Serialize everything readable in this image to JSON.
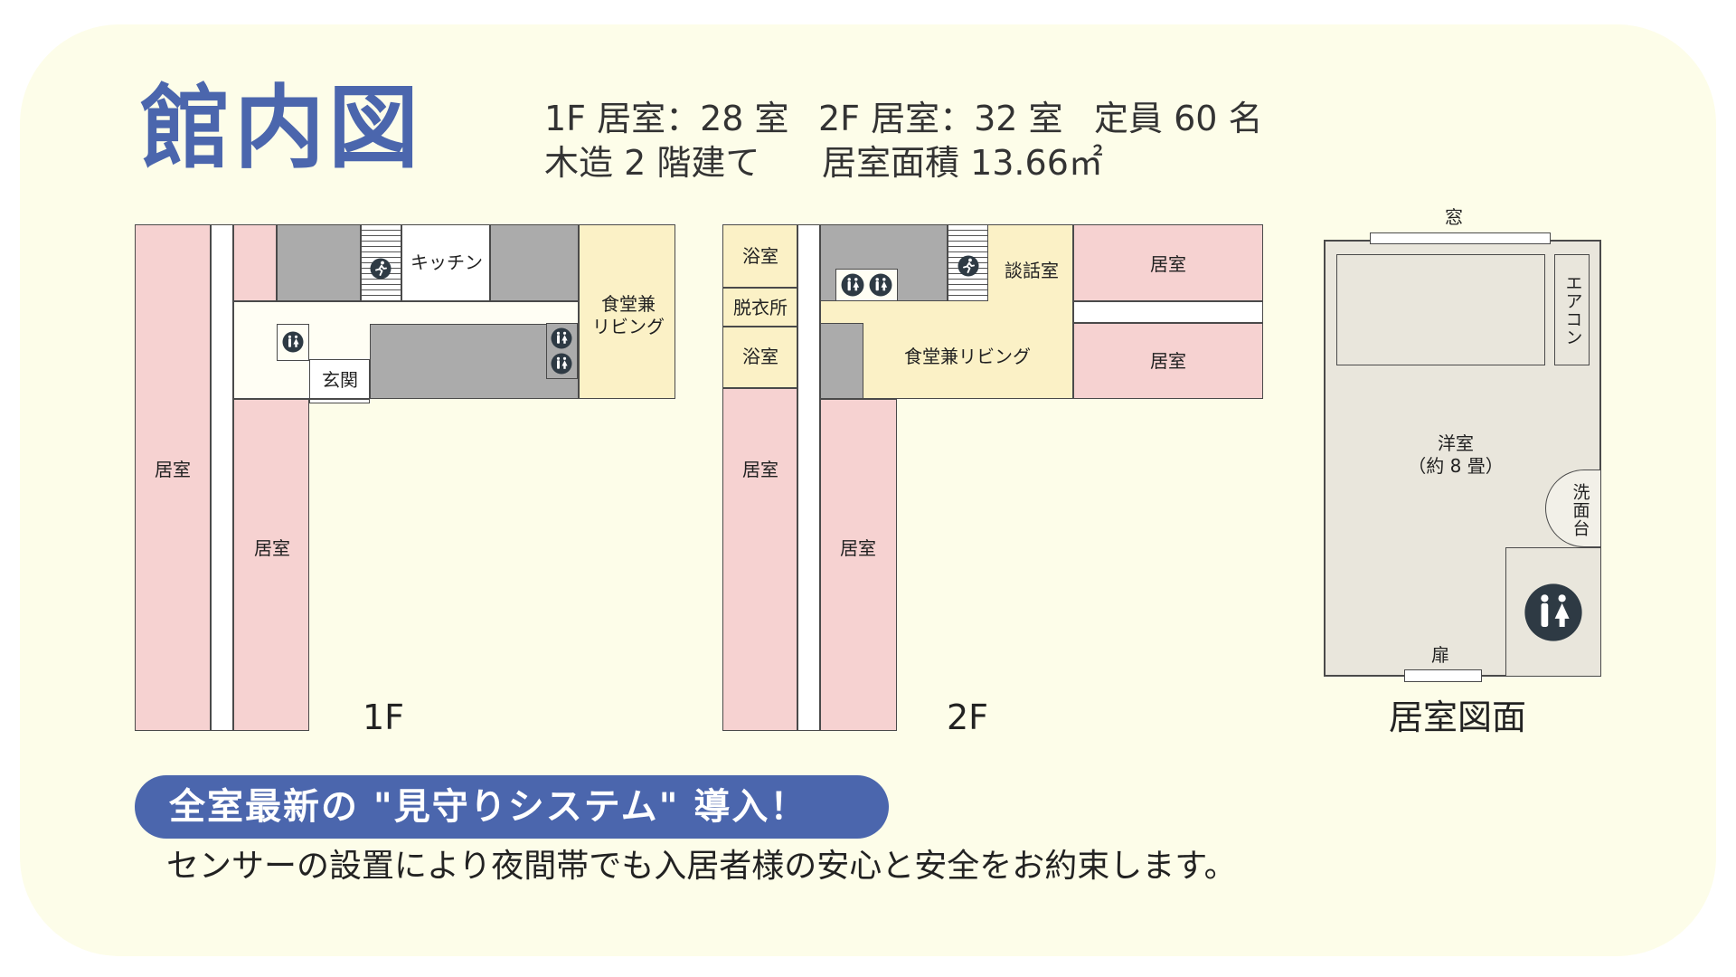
{
  "colors": {
    "accent": "#4b66ad",
    "panel": "#fdfde9",
    "room_pink": "#f6d2d1",
    "common_yellow": "#fbf1c6",
    "service_gray": "#ababab",
    "corridor": "#ffffff",
    "hall_cream": "#fffef4",
    "room_plan_beige": "#e9e6dc",
    "icon_dark": "#2e3a44"
  },
  "icons": {
    "stairs": "running-person-icon",
    "restroom": "restroom-icon",
    "toilet": "toilet-icon"
  },
  "title": "館内図",
  "info": {
    "rooms_1f": "1F 居室：28 室",
    "rooms_2f": "2F 居室：32 室",
    "capacity": "定員 60 名",
    "structure": "木造 2 階建て",
    "room_area": "居室面積 13.66㎡"
  },
  "floor_1f": {
    "label": "1F",
    "room_west": "居室",
    "room_inner": "居室",
    "kitchen": "キッチン",
    "dining_line1": "食堂兼",
    "dining_line2": "リビング",
    "entrance": "玄関"
  },
  "floor_2f": {
    "label": "2F",
    "bath_upper": "浴室",
    "dressing_room": "脱衣所",
    "bath_lower": "浴室",
    "room_west": "居室",
    "room_inner": "居室",
    "lounge": "談話室",
    "dining_living": "食堂兼リビング",
    "room_east_upper": "居室",
    "room_east_lower": "居室"
  },
  "room_plan": {
    "caption": "居室図面",
    "window": "窓",
    "air_conditioner": "エアコン",
    "room_type": "洋室",
    "room_size": "（約 8 畳）",
    "washbasin": "洗面台",
    "door": "扉"
  },
  "banner": "全室最新の \"見守りシステム\" 導入！",
  "description": "センサーの設置により夜間帯でも入居者様の安心と安全をお約束します。"
}
